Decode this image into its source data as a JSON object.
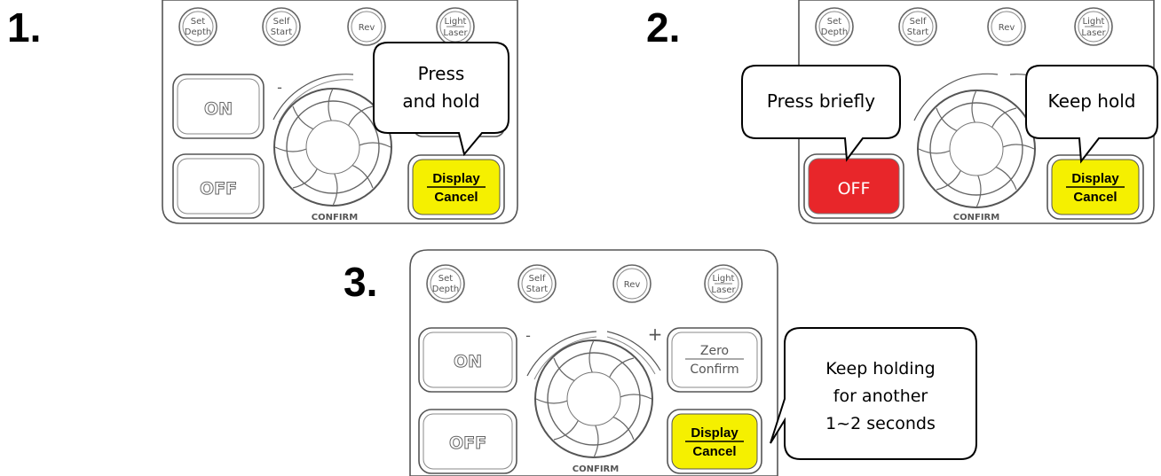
{
  "steps": [
    {
      "number": "1.",
      "buttons": {
        "set_depth": [
          "Set",
          "Depth"
        ],
        "self_start": [
          "Self",
          "Start"
        ],
        "rev": "Rev",
        "light_laser": [
          "Light",
          "Laser"
        ],
        "on": "ON",
        "off": "OFF",
        "display_cancel": [
          "Display",
          "Cancel"
        ],
        "dial_label": "CONFIRM",
        "minus": "-"
      },
      "callouts": [
        {
          "lines": [
            "Press",
            "and hold"
          ]
        }
      ]
    },
    {
      "number": "2.",
      "buttons": {
        "set_depth": [
          "Set",
          "Depth"
        ],
        "self_start": [
          "Self",
          "Start"
        ],
        "rev": "Rev",
        "light_laser": [
          "Light",
          "Laser"
        ],
        "off": "OFF",
        "display_cancel": [
          "Display",
          "Cancel"
        ],
        "dial_label": "CONFIRM"
      },
      "callouts": [
        {
          "lines": [
            "Press briefly"
          ]
        },
        {
          "lines": [
            "Keep hold"
          ]
        }
      ]
    },
    {
      "number": "3.",
      "buttons": {
        "set_depth": [
          "Set",
          "Depth"
        ],
        "self_start": [
          "Self",
          "Start"
        ],
        "rev": "Rev",
        "light_laser": [
          "Light",
          "Laser"
        ],
        "on": "ON",
        "off": "OFF",
        "zero_confirm": [
          "Zero",
          "Confirm"
        ],
        "display_cancel": [
          "Display",
          "Cancel"
        ],
        "dial_label": "CONFIRM",
        "minus": "-",
        "plus": "+"
      },
      "callouts": [
        {
          "lines": [
            "Keep holding",
            "for another",
            "1~2 seconds"
          ]
        }
      ]
    }
  ],
  "colors": {
    "highlight_yellow": "#f5f000",
    "off_red": "#e8262a",
    "panel_border": "#555555"
  }
}
